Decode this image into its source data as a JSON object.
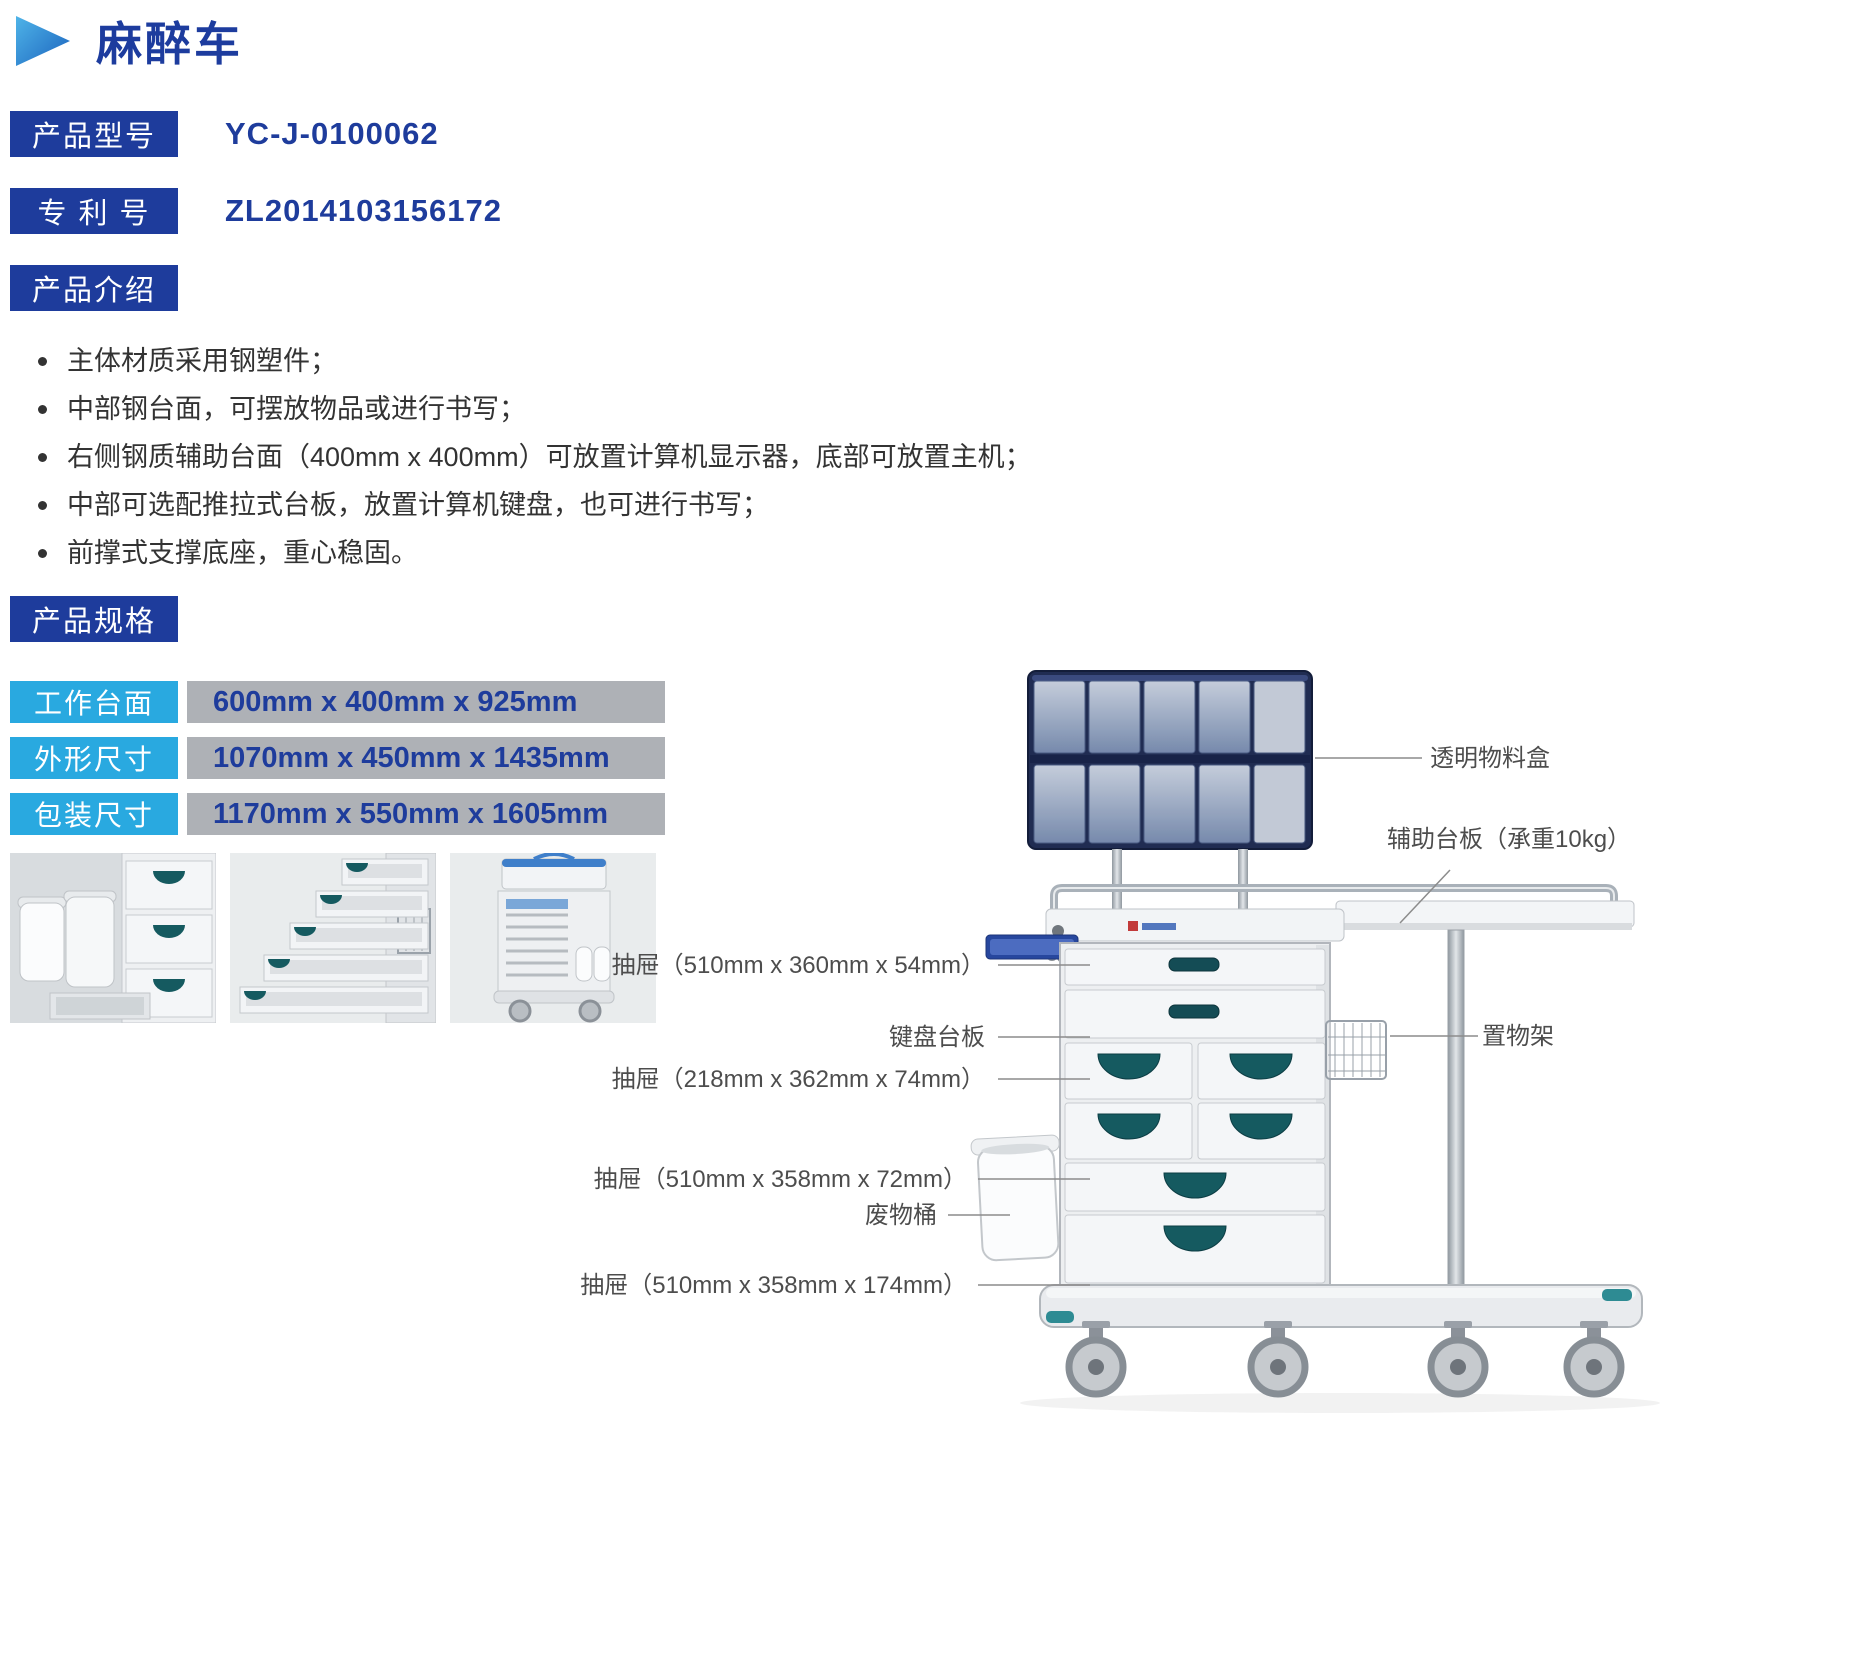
{
  "header": {
    "title": "麻醉车"
  },
  "model": {
    "label": "产品型号",
    "value": "YC-J-0100062"
  },
  "patent": {
    "label": "专 利 号",
    "value": "ZL2014103156172"
  },
  "sections": {
    "intro": "产品介绍",
    "spec": "产品规格"
  },
  "intro": {
    "bullets": [
      "主体材质采用钢塑件；",
      "中部钢台面，可摆放物品或进行书写；",
      "右侧钢质辅助台面（400mm x 400mm）可放置计算机显示器，底部可放置主机；",
      "中部可选配推拉式台板，放置计算机键盘，也可进行书写；",
      "前撑式支撑底座，重心稳固。"
    ]
  },
  "specs": {
    "rows": [
      {
        "label": "工作台面",
        "value": "600mm x 400mm x 925mm"
      },
      {
        "label": "外形尺寸",
        "value": "1070mm x 450mm x 1435mm"
      },
      {
        "label": "包装尺寸",
        "value": "1170mm x 550mm x 1605mm"
      }
    ]
  },
  "figure": {
    "callouts": {
      "bins": "透明物料盒",
      "aux_table": "辅助台板（承重10kg）",
      "drawer_54": "抽屉（510mm x 360mm x 54mm）",
      "keyboard": "键盘台板",
      "drawer_74": "抽屉（218mm x 362mm x 74mm）",
      "rack": "置物架",
      "drawer_72": "抽屉（510mm x 358mm x 72mm）",
      "waste_bin": "废物桶",
      "drawer_174": "抽屉（510mm x 358mm x 174mm）"
    }
  },
  "colors": {
    "navy": "#1e3c9c",
    "cyan": "#29a9e0",
    "gray_bar": "#aeb1b6",
    "teal_handle": "#155a60",
    "bin_frame": "#202c52"
  }
}
